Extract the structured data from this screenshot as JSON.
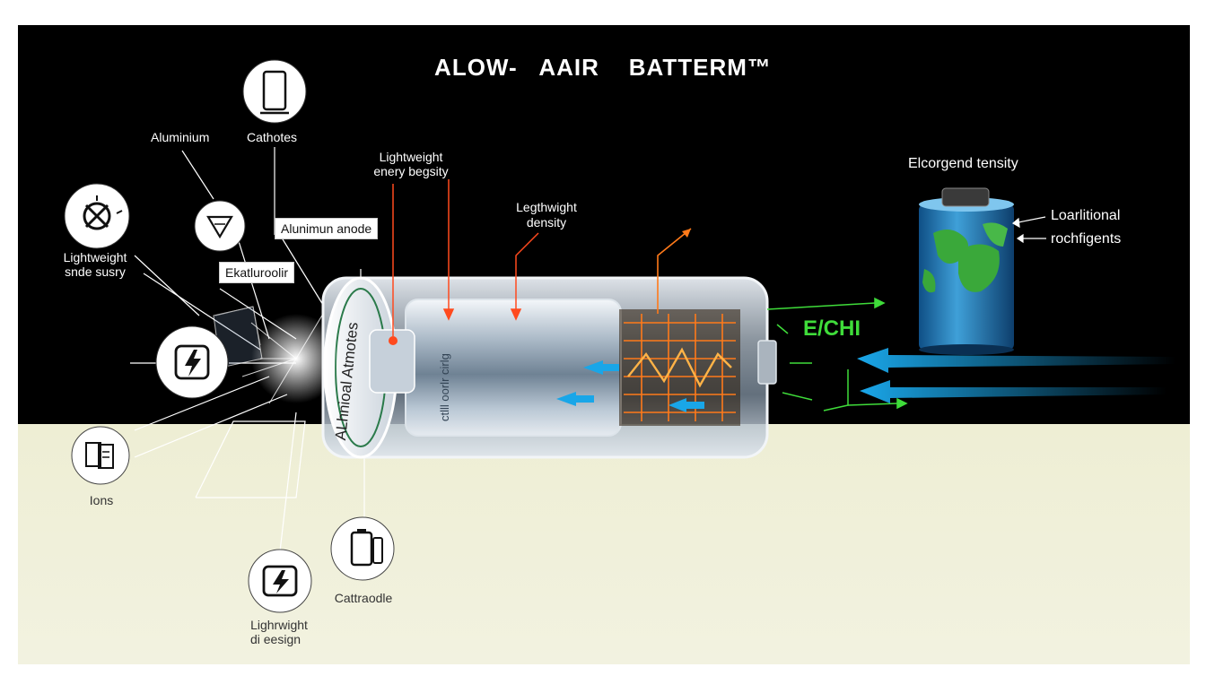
{
  "title": "ALOW-   AAIR    BATTERM™",
  "labels": {
    "aluminium": "Aluminium",
    "cathodes": "Cathotes",
    "lightweight_energy_line1": "Lightweight",
    "lightweight_energy_line2": "enery begsity",
    "lightweight_density_line1": "Legthwight",
    "lightweight_density_line2": "density",
    "aluminum_anode": "Alunimun anode",
    "electrolyte": "Ekatluroolir",
    "lightweight_side_line1": "Lightweight",
    "lightweight_side_line2": "snde susry",
    "ions": "Ions",
    "lightweight_design_line1": "Lighrwight",
    "lightweight_design_line2": "di eesign",
    "cattraodle": "Cattraodle",
    "energy_density": "Elcorgend tensity",
    "traditional_line1": "Loarlitional",
    "traditional_line2": "rochfigents",
    "green_label": "E/CHI",
    "vertical_cap": "ALhnioal  Atmotes",
    "vertical_core": "ctlll  oorlr  cirlg"
  },
  "colors": {
    "background_dark": "#000000",
    "background_floor": "#eeeed6",
    "accent_orange": "#ff7a1a",
    "accent_red": "#ff4a1e",
    "accent_green": "#3fdc3a",
    "accent_blue": "#19a6e8"
  },
  "icons": [
    "phone-icon",
    "gear-icon",
    "funnel-icon",
    "lightning-icon",
    "pages-icon",
    "lightning-icon",
    "battery-icon"
  ]
}
